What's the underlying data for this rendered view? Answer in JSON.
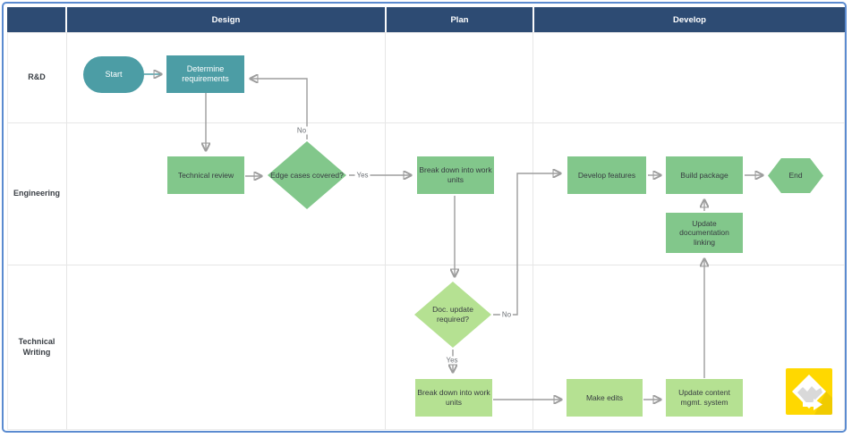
{
  "swimlane": {
    "columns": [
      "Design",
      "Plan",
      "Develop"
    ],
    "rows": [
      "R&D",
      "Engineering",
      "Technical Writing"
    ]
  },
  "nodes": {
    "start": "Start",
    "determine_requirements": "Determine requirements",
    "technical_review": "Technical review",
    "edge_cases_covered": "Edge cases covered?",
    "breakdown_work_units_eng": "Break down into work units",
    "develop_features": "Develop features",
    "build_package": "Build package",
    "end": "End",
    "update_documentation_linking": "Update documentation linking",
    "doc_update_required": "Doc. update required?",
    "breakdown_work_units_tw": "Break down into work units",
    "make_edits": "Make edits",
    "update_content_mgmt_system": "Update content mgmt. system"
  },
  "edge_labels": {
    "no_edge_cases": "No",
    "yes_edge_cases": "Yes",
    "no_doc_update": "No",
    "yes_doc_update": "Yes"
  },
  "colors": {
    "header_bg": "#2d4b73",
    "teal_shape": "#4c9da5",
    "green_medium": "#82c78b",
    "green_light": "#b5e192",
    "connector_gray": "#9d9d9d",
    "outer_border_blue": "#5b8bd0",
    "logo_yellow": "#ffd800"
  }
}
